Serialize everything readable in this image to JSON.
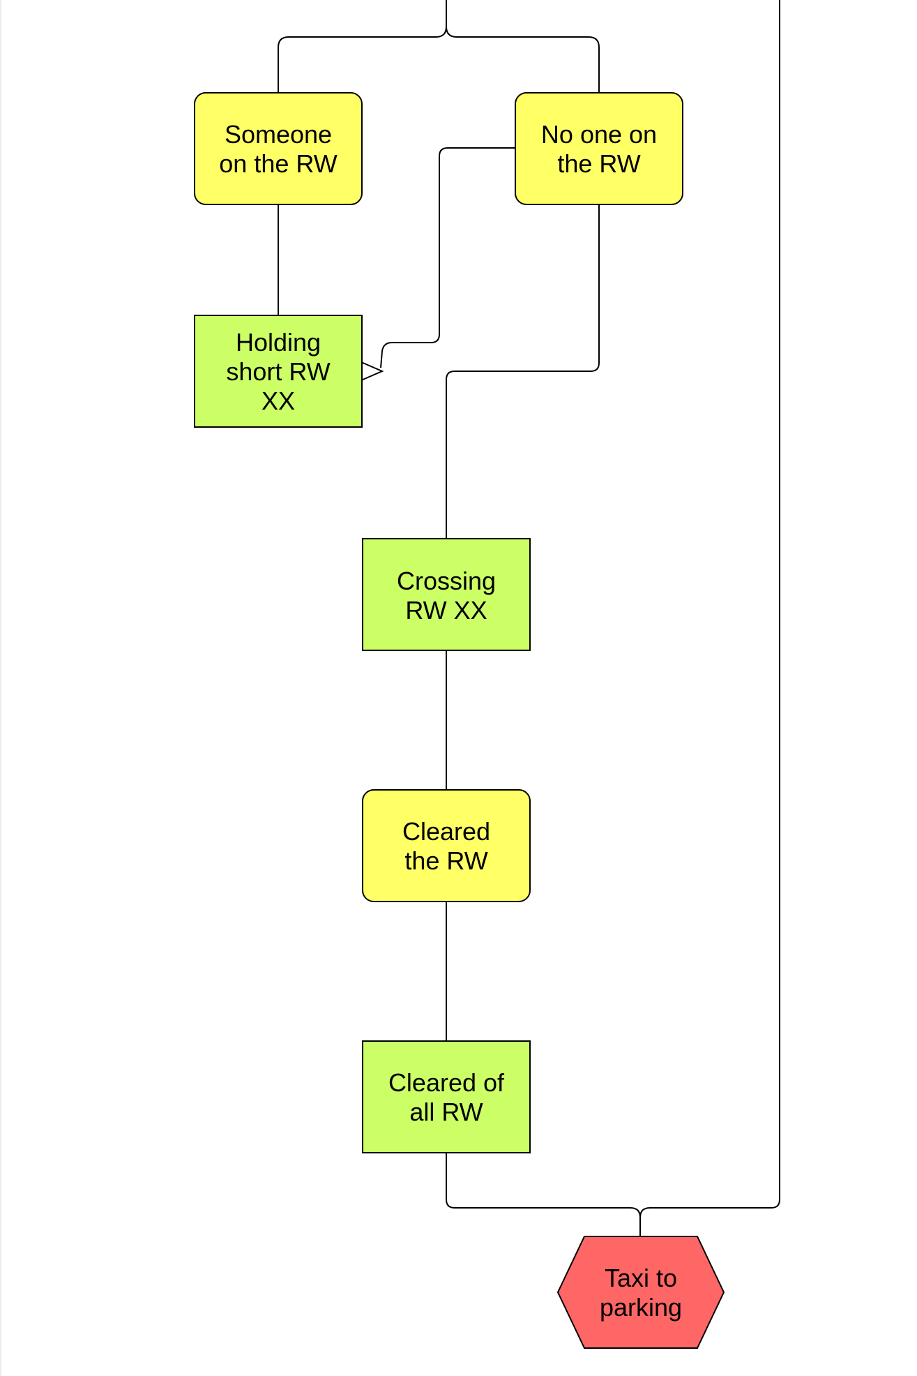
{
  "diagram": {
    "colors": {
      "state": "#ffff66",
      "action": "#ccff66",
      "terminal": "#ff6666",
      "line": "#000000",
      "background": "#ffffff"
    },
    "nodes": {
      "someone_on_rw": {
        "line1": "Someone",
        "line2": "on the RW"
      },
      "no_one_on_rw": {
        "line1": "No one on",
        "line2": "the RW"
      },
      "holding_short": {
        "line1": "Holding",
        "line2": "short RW",
        "line3": "XX"
      },
      "crossing_rw": {
        "line1": "Crossing",
        "line2": "RW XX"
      },
      "cleared_rw": {
        "line1": "Cleared",
        "line2": "the RW"
      },
      "cleared_all_rw": {
        "line1": "Cleared of",
        "line2": "all RW"
      },
      "taxi_to_parking": {
        "line1": "Taxi to",
        "line2": "parking"
      }
    }
  }
}
